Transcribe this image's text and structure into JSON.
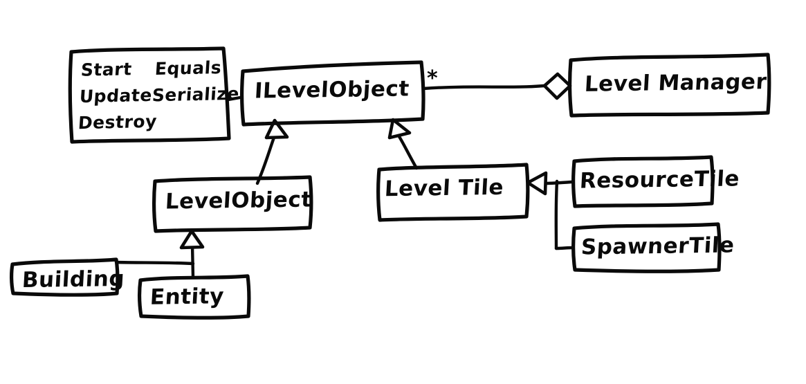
{
  "diagram": {
    "title": "Level system UML class diagram",
    "style": "hand-drawn whiteboard sketch",
    "background_color": "#ffffff",
    "ink_color": "#0a0a0a"
  },
  "nodes": {
    "methods_note": {
      "name": "methods-note",
      "lines": [
        {
          "left": "Start",
          "right": "Equals"
        },
        {
          "left": "Update",
          "right": "Serialize"
        },
        {
          "left": "Destroy",
          "right": ""
        }
      ]
    },
    "ilevelobject": {
      "name": "ILevelObject",
      "label": "ILevelObject",
      "multiplicity": "*"
    },
    "levelmanager": {
      "name": "LevelManager",
      "label": "Level Manager"
    },
    "levelobject": {
      "name": "LevelObject",
      "label": "LevelObject"
    },
    "leveltile": {
      "name": "LevelTile",
      "label": "Level Tile"
    },
    "resourcetile": {
      "name": "ResourceTile",
      "label": "ResourceTile"
    },
    "spawnertile": {
      "name": "SpawnerTile",
      "label": "SpawnerTile"
    },
    "building": {
      "name": "Building",
      "label": "Building"
    },
    "entity": {
      "name": "Entity",
      "label": "Entity"
    }
  },
  "edges": [
    {
      "from": "methods_note",
      "to": "ilevelobject",
      "type": "note-link",
      "marker": "none"
    },
    {
      "from": "ilevelobject",
      "to": "levelmanager",
      "type": "aggregation",
      "marker": "open-diamond",
      "multiplicity": "*"
    },
    {
      "from": "levelobject",
      "to": "ilevelobject",
      "type": "realization",
      "marker": "hollow-triangle"
    },
    {
      "from": "leveltile",
      "to": "ilevelobject",
      "type": "realization",
      "marker": "hollow-triangle"
    },
    {
      "from": "entity",
      "to": "levelobject",
      "type": "generalization",
      "marker": "hollow-triangle"
    },
    {
      "from": "building",
      "to": "levelobject",
      "type": "generalization",
      "marker": "hollow-triangle"
    },
    {
      "from": "resourcetile",
      "to": "leveltile",
      "type": "generalization",
      "marker": "hollow-triangle"
    },
    {
      "from": "spawnertile",
      "to": "leveltile",
      "type": "generalization",
      "marker": "hollow-triangle"
    }
  ]
}
